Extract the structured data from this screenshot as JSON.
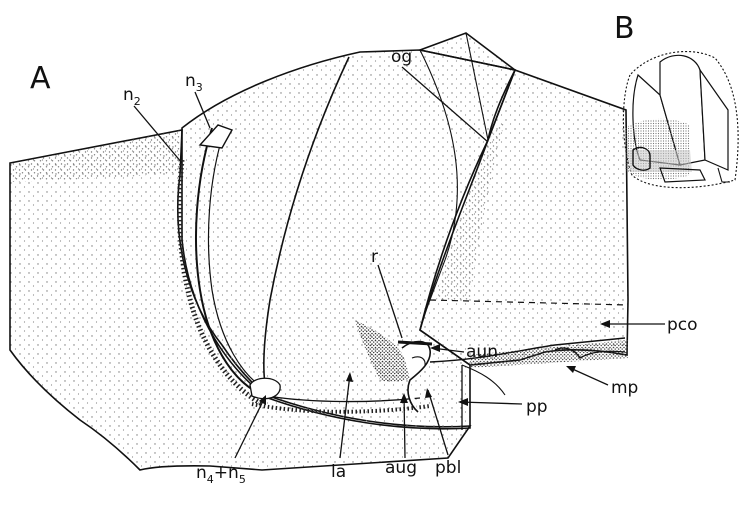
{
  "panels": {
    "a": "A",
    "b": "B"
  },
  "labels": {
    "n2": {
      "base": "n",
      "sub": "2"
    },
    "n3": {
      "base": "n",
      "sub": "3"
    },
    "og": "og",
    "r": "r",
    "aun": "aun",
    "pco": "pco",
    "mp": "mp",
    "pp": "pp",
    "pbl": "pbl",
    "aug": "aug",
    "la": "la",
    "n4n5": {
      "base1": "n",
      "sub1": "4",
      "plus": "+",
      "base2": "n",
      "sub2": "5"
    }
  },
  "colors": {
    "ink": "#111111",
    "stipple_light": "#9a9a9a",
    "stipple_dark": "#222222",
    "inset_fill": "#c8c8c8"
  }
}
